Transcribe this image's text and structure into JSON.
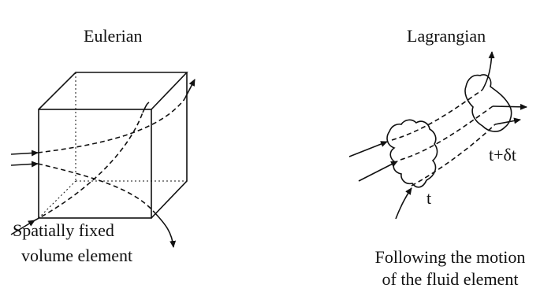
{
  "eulerian": {
    "title": "Eulerian",
    "caption_line1": "Spatially fixed",
    "caption_line2": "volume element"
  },
  "lagrangian": {
    "title": "Lagrangian",
    "label_t": "t",
    "label_t_dt": "t+δt",
    "caption_line1": "Following the motion",
    "caption_line2": "of the fluid element"
  }
}
